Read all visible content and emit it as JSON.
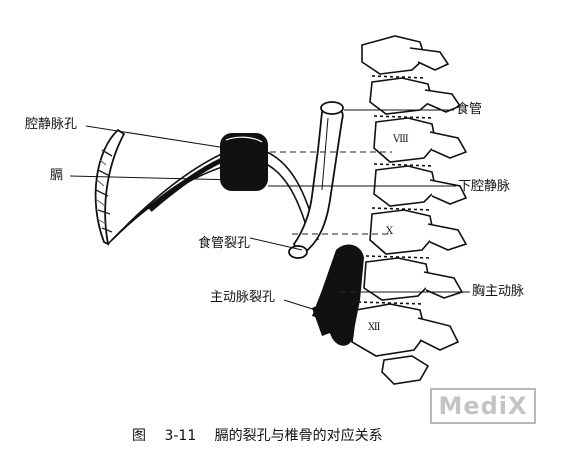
{
  "labels": {
    "ivc_foramen": "腔静脉孔",
    "diaphragm": "膈",
    "esophageal_hiatus": "食管裂孔",
    "aortic_hiatus": "主动脉裂孔",
    "esophagus": "食管",
    "inferior_vena_cava": "下腔静脉",
    "thoracic_aorta": "胸主动脉"
  },
  "vertebrae": {
    "v8": "Ⅷ",
    "v10": "Ⅹ",
    "v12": "Ⅻ"
  },
  "caption": {
    "text": "图 3-11 膈的裂孔与椎骨的对应关系"
  },
  "watermark": {
    "text": "MediX"
  }
}
